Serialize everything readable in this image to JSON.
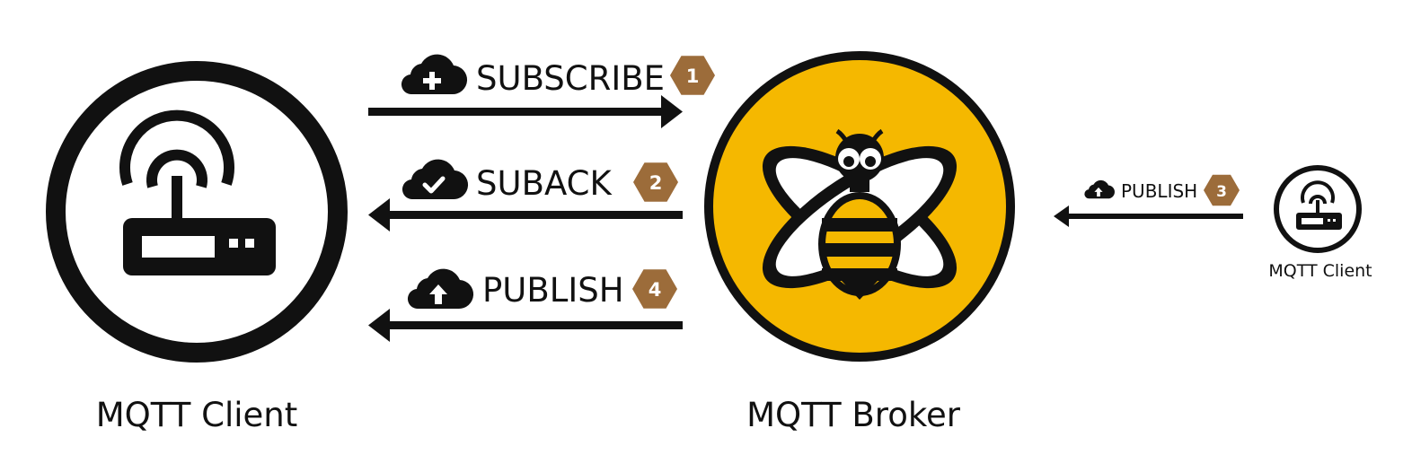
{
  "client_left": {
    "label": "MQTT Client",
    "icon": "router-icon"
  },
  "broker": {
    "label": "MQTT Broker",
    "icon": "bee-icon",
    "fill_color": "#F5B800"
  },
  "client_right": {
    "label": "MQTT Client",
    "icon": "router-icon"
  },
  "badge_color": "#9C6C3A",
  "messages": [
    {
      "step": "1",
      "label": "SUBSCRIBE",
      "direction": "client-to-broker",
      "icon": "cloud-plus-icon"
    },
    {
      "step": "2",
      "label": "SUBACK",
      "direction": "broker-to-client",
      "icon": "cloud-check-icon"
    },
    {
      "step": "3",
      "label": "PUBLISH",
      "direction": "publisher-to-broker",
      "icon": "cloud-upload-icon"
    },
    {
      "step": "4",
      "label": "PUBLISH",
      "direction": "broker-to-client",
      "icon": "cloud-upload-icon"
    }
  ]
}
